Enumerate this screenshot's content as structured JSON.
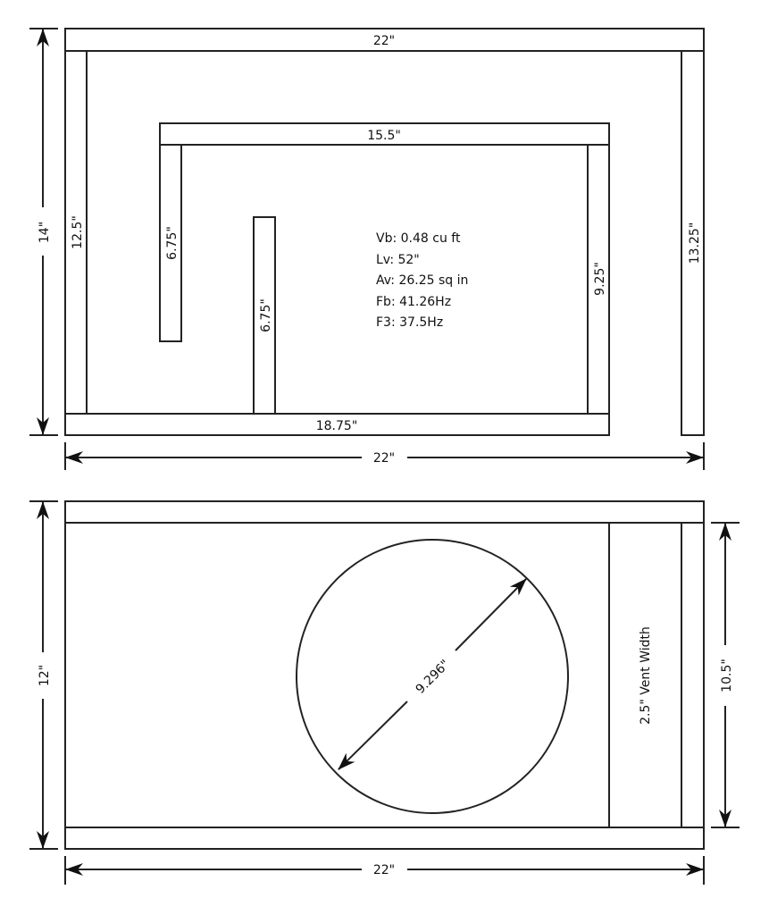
{
  "top_view": {
    "outer_top_panel": "22\"",
    "left_panel": "12.5\"",
    "right_panel": "13.25\"",
    "inner_top_panel": "15.5\"",
    "inner_right_panel": "9.25\"",
    "baffle_left": "6.75\"",
    "baffle_middle": "6.75\"",
    "bottom_panel": "18.75\"",
    "height_dimension": "14\"",
    "width_dimension": "22\"",
    "specs": [
      "Vb: 0.48 cu ft",
      "Lv:  52\"",
      "Av: 26.25 sq in",
      "Fb: 41.26Hz",
      "F3: 37.5Hz"
    ]
  },
  "front_view": {
    "height_dimension": "12\"",
    "inner_height_dimension": "10.5\"",
    "width_dimension": "22\"",
    "cutout_diameter": "9.296\"",
    "vent_label": "2.5\" Vent Width"
  }
}
